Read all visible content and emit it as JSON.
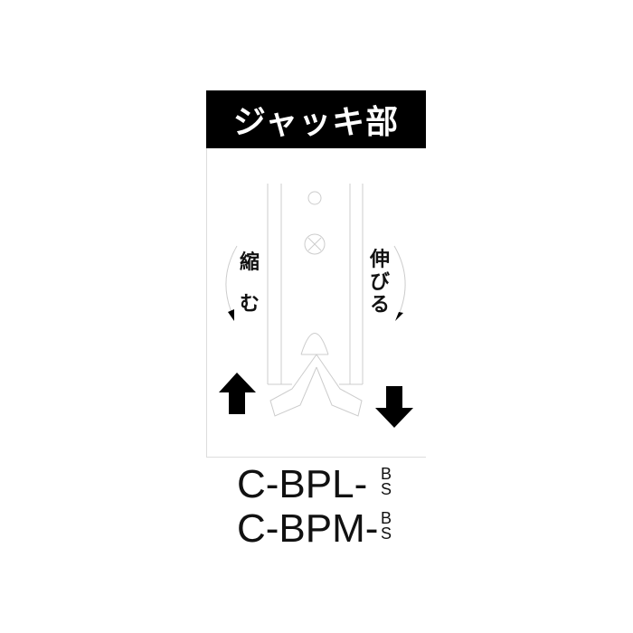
{
  "title": "ジャッキ部",
  "labels": {
    "shrink": [
      "縮",
      "む"
    ],
    "extend": [
      "伸",
      "び",
      "る"
    ]
  },
  "models": [
    {
      "base": "C-BPL-",
      "variants": [
        "B",
        "S"
      ]
    },
    {
      "base": "C-BPM-",
      "variants": [
        "B",
        "S"
      ]
    }
  ],
  "icons": {
    "up": "arrow-up-icon",
    "down": "arrow-down-icon"
  }
}
